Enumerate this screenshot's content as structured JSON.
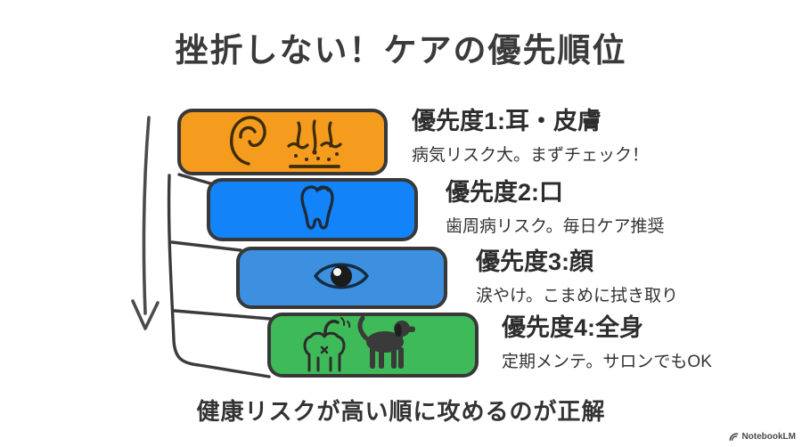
{
  "title": "挫折しない！ケアの優先順位",
  "caption": "健康リスクが高い順に攻めるのが正解",
  "watermark": {
    "label": "NotebookLM"
  },
  "colors": {
    "outline": "#383838",
    "arrow": "#4b4b4b",
    "text_dark": "#2d2d2d",
    "background": "#ffffff"
  },
  "steps": [
    {
      "priority": 1,
      "heading": "優先度1:耳・皮膚",
      "description": "病気リスク大。まずチェック！",
      "color": "#F59B1E",
      "icons": [
        "ear-icon",
        "skin-hair-icon"
      ]
    },
    {
      "priority": 2,
      "heading": "優先度2:口",
      "description": "歯周病リスク。毎日ケア推奨",
      "color": "#1283F8",
      "icons": [
        "tooth-icon"
      ]
    },
    {
      "priority": 3,
      "heading": "優先度3:顔",
      "description": "涙やけ。こまめに拭き取り",
      "color": "#3D8FE0",
      "icons": [
        "eye-icon"
      ]
    },
    {
      "priority": 4,
      "heading": "優先度4:全身",
      "description": "定期メンテ。サロンでもOK",
      "color": "#3FBA58",
      "icons": [
        "dog-rear-icon",
        "dog-silhouette-icon"
      ]
    }
  ]
}
